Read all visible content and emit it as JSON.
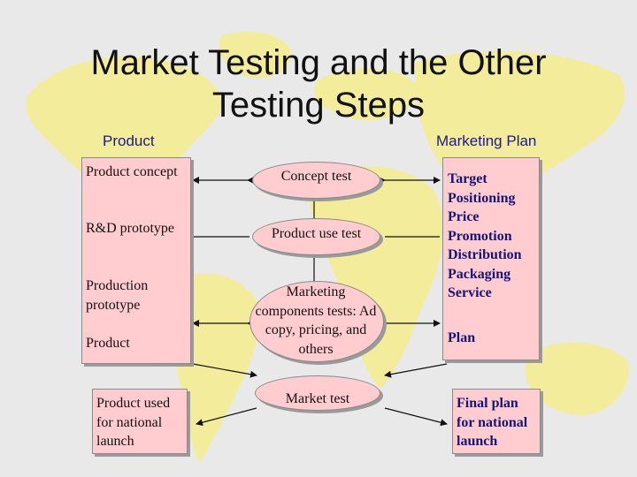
{
  "title_line1": "Market Testing and the Other",
  "title_line2": "Testing Steps",
  "headers": {
    "product": "Product",
    "marketing_plan": "Marketing Plan"
  },
  "product_stages": [
    "Product concept",
    "R&D prototype",
    "Production prototype",
    "Product"
  ],
  "product_final": "Product used for national launch",
  "tests": {
    "concept": "Concept test",
    "product_use": "Product use test",
    "marketing_components": "Marketing components tests: Ad copy, pricing, and others",
    "market": "Market test"
  },
  "plan_items": [
    "Target",
    "Positioning",
    "Price",
    "Promotion",
    "Distribution",
    "Packaging",
    "Service"
  ],
  "plan_label": "Plan",
  "final_plan": "Final plan for national launch",
  "colors": {
    "box_fill": "#ffccd0",
    "header_text": "#1a1a8a",
    "plan_text": "#14147a",
    "map": "#f3ec9a"
  }
}
